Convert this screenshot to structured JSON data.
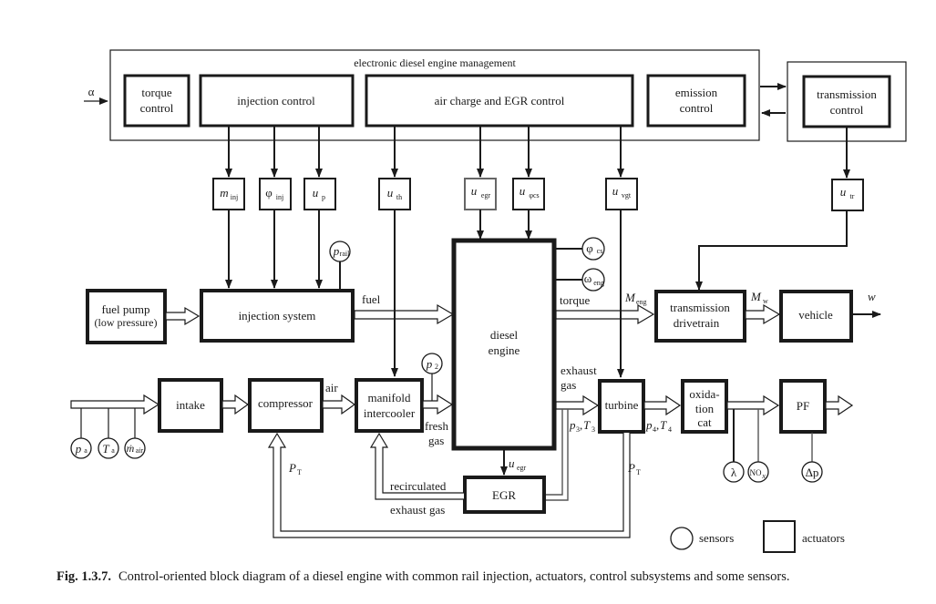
{
  "ecu": {
    "title": "electronic diesel engine management",
    "input_signal": "α",
    "blocks": {
      "torque_control": [
        "torque",
        "control"
      ],
      "injection_control": "injection control",
      "air_charge_egr_control": "air charge and EGR control",
      "emission_control": [
        "emission",
        "control"
      ]
    }
  },
  "transmission_control": [
    "transmission",
    "control"
  ],
  "actuators": {
    "m_inj": {
      "main": "m",
      "sub": "inj"
    },
    "phi_inj": {
      "main": "φ",
      "sub": "inj"
    },
    "u_p": {
      "main": "u",
      "sub": "p"
    },
    "u_th": {
      "main": "u",
      "sub": "th"
    },
    "u_egr": {
      "main": "u",
      "sub": "egr"
    },
    "u_phics": {
      "main": "u",
      "sub": "φcs"
    },
    "u_vgt": {
      "main": "u",
      "sub": "vgt"
    },
    "u_tr": {
      "main": "u",
      "sub": "tr"
    }
  },
  "sensors": {
    "p_rail": {
      "main": "p",
      "sub": "rail"
    },
    "phi_cs": {
      "main": "φ",
      "sub": "cs"
    },
    "omega_eng": {
      "main": "ω",
      "sub": "eng"
    },
    "p2": {
      "main": "p",
      "sub": "2"
    },
    "p_a": {
      "main": "p",
      "sub": "a"
    },
    "T_a": {
      "main": "T",
      "sub": "a"
    },
    "m_air": {
      "main": "ṁ",
      "sub": "air"
    },
    "lambda": {
      "main": "λ"
    },
    "nox": {
      "main": "NO",
      "sub": "x"
    },
    "delta_p": {
      "main": "Δp"
    }
  },
  "plant": {
    "fuel_pump": [
      "fuel pump",
      "(low pressure)"
    ],
    "injection_system": "injection system",
    "diesel_engine": [
      "diesel",
      "engine"
    ],
    "transmission_drivetrain": [
      "transmission",
      "drivetrain"
    ],
    "vehicle": "vehicle",
    "intake": "intake",
    "compressor": "compressor",
    "manifold_intercooler": [
      "manifold",
      "intercooler"
    ],
    "turbine": "turbine",
    "oxidation_cat": [
      "oxida-",
      "tion",
      "cat"
    ],
    "pf": "PF",
    "egr": "EGR"
  },
  "flow_labels": {
    "fuel": "fuel",
    "torque": "torque",
    "M_eng": {
      "main": "M",
      "sub": "eng"
    },
    "M_w": {
      "main": "M",
      "sub": "w"
    },
    "w": "w",
    "air": "air",
    "fresh_gas": [
      "fresh",
      "gas"
    ],
    "exhaust_gas": [
      "exhaust",
      "gas"
    ],
    "p3T3": {
      "p": "p",
      "ps": "3",
      "T": "T",
      "Ts": "3"
    },
    "p4T4": {
      "p": "p",
      "ps": "4",
      "T": "T",
      "Ts": "4"
    },
    "u_egr_engine": {
      "main": "u",
      "sub": "egr"
    },
    "recirculated_exhaust_gas": [
      "recirculated",
      "exhaust gas"
    ],
    "P_T": {
      "main": "P",
      "sub": "T"
    }
  },
  "legend": {
    "sensors": "sensors",
    "actuators": "actuators"
  },
  "caption": {
    "label": "Fig. 1.3.7.",
    "text": "Control-oriented block diagram of a diesel engine with common rail injection, actuators, control subsystems and some sensors."
  }
}
